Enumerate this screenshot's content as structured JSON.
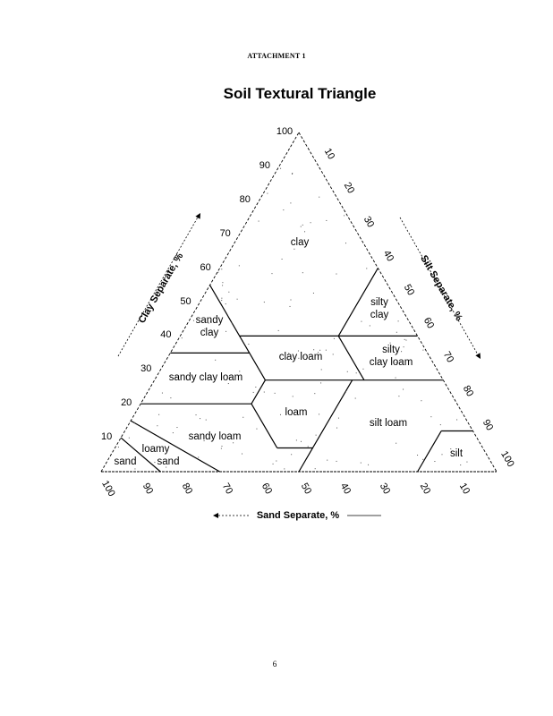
{
  "header": "ATTACHMENT 1",
  "title": "Soil Textural Triangle",
  "page_number": "6",
  "axes": {
    "clay_title": "Clay Separate, %",
    "silt_title": "Silt Separate, %",
    "sand_title": "Sand Separate, %",
    "clay_ticks": [
      "10",
      "20",
      "30",
      "40",
      "50",
      "60",
      "70",
      "80",
      "90",
      "100"
    ],
    "silt_ticks": [
      "10",
      "20",
      "30",
      "40",
      "50",
      "60",
      "70",
      "80",
      "90",
      "100"
    ],
    "sand_ticks": [
      "100",
      "90",
      "80",
      "70",
      "60",
      "50",
      "40",
      "30",
      "20",
      "10"
    ]
  },
  "regions": {
    "clay": "clay",
    "sandy_clay_1": "sandy",
    "sandy_clay_2": "clay",
    "silty_clay_1": "silty",
    "silty_clay_2": "clay",
    "clay_loam": "clay loam",
    "silty_clay_loam_1": "silty",
    "silty_clay_loam_2": "clay loam",
    "sandy_clay_loam": "sandy clay loam",
    "loam": "loam",
    "silt_loam": "silt loam",
    "sandy_loam": "sandy loam",
    "loamy_sand_1": "loamy",
    "loamy_sand_2": "sand",
    "sand": "sand",
    "silt": "silt"
  },
  "boundaries_sand_clay_pct": [
    [
      [
        45,
        55
      ],
      [
        45,
        27
      ]
    ],
    [
      [
        45,
        40
      ],
      [
        20,
        40
      ]
    ],
    [
      [
        20,
        40
      ],
      [
        0,
        60
      ]
    ],
    [
      [
        20,
        40
      ],
      [
        0,
        40
      ]
    ],
    [
      [
        65,
        35
      ],
      [
        45,
        35
      ]
    ],
    [
      [
        20,
        40
      ],
      [
        20,
        27
      ]
    ],
    [
      [
        45,
        27
      ],
      [
        0,
        27
      ]
    ],
    [
      [
        80,
        20
      ],
      [
        52,
        20
      ]
    ],
    [
      [
        45,
        27
      ],
      [
        52,
        20
      ]
    ],
    [
      [
        52,
        20
      ],
      [
        52,
        7
      ]
    ],
    [
      [
        52,
        7
      ],
      [
        43,
        7
      ]
    ],
    [
      [
        23,
        27
      ],
      [
        50,
        0
      ]
    ],
    [
      [
        85,
        15
      ],
      [
        70,
        0
      ]
    ],
    [
      [
        90,
        10
      ],
      [
        85,
        0
      ]
    ],
    [
      [
        20,
        0
      ],
      [
        8,
        12
      ]
    ],
    [
      [
        8,
        12
      ],
      [
        0,
        12
      ]
    ]
  ]
}
